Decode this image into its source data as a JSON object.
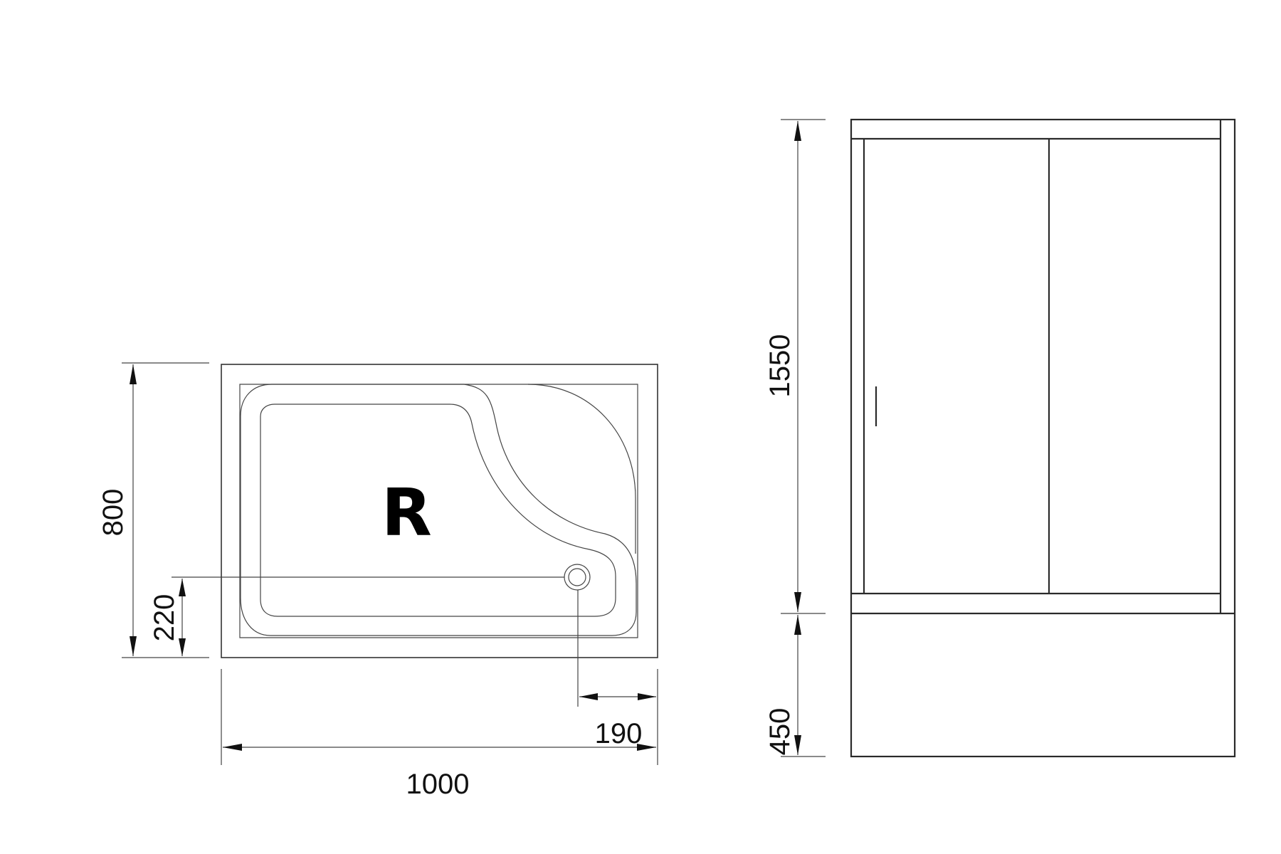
{
  "drawing": {
    "type": "technical-drawing",
    "subject": "shower cabin with tray",
    "units": "mm"
  },
  "plan_view": {
    "orientation_label": "R",
    "dimensions": {
      "width": "1000",
      "depth": "800",
      "drain_offset_from_back": "220",
      "drain_offset_from_right": "190"
    }
  },
  "front_view": {
    "dimensions": {
      "cabin_height": "1550",
      "base_height": "450"
    },
    "panels": [
      "left sliding door",
      "right fixed panel"
    ],
    "handle": "vertical door handle"
  },
  "colors": {
    "line": "#333333",
    "text": "#111111",
    "background": "#ffffff"
  }
}
